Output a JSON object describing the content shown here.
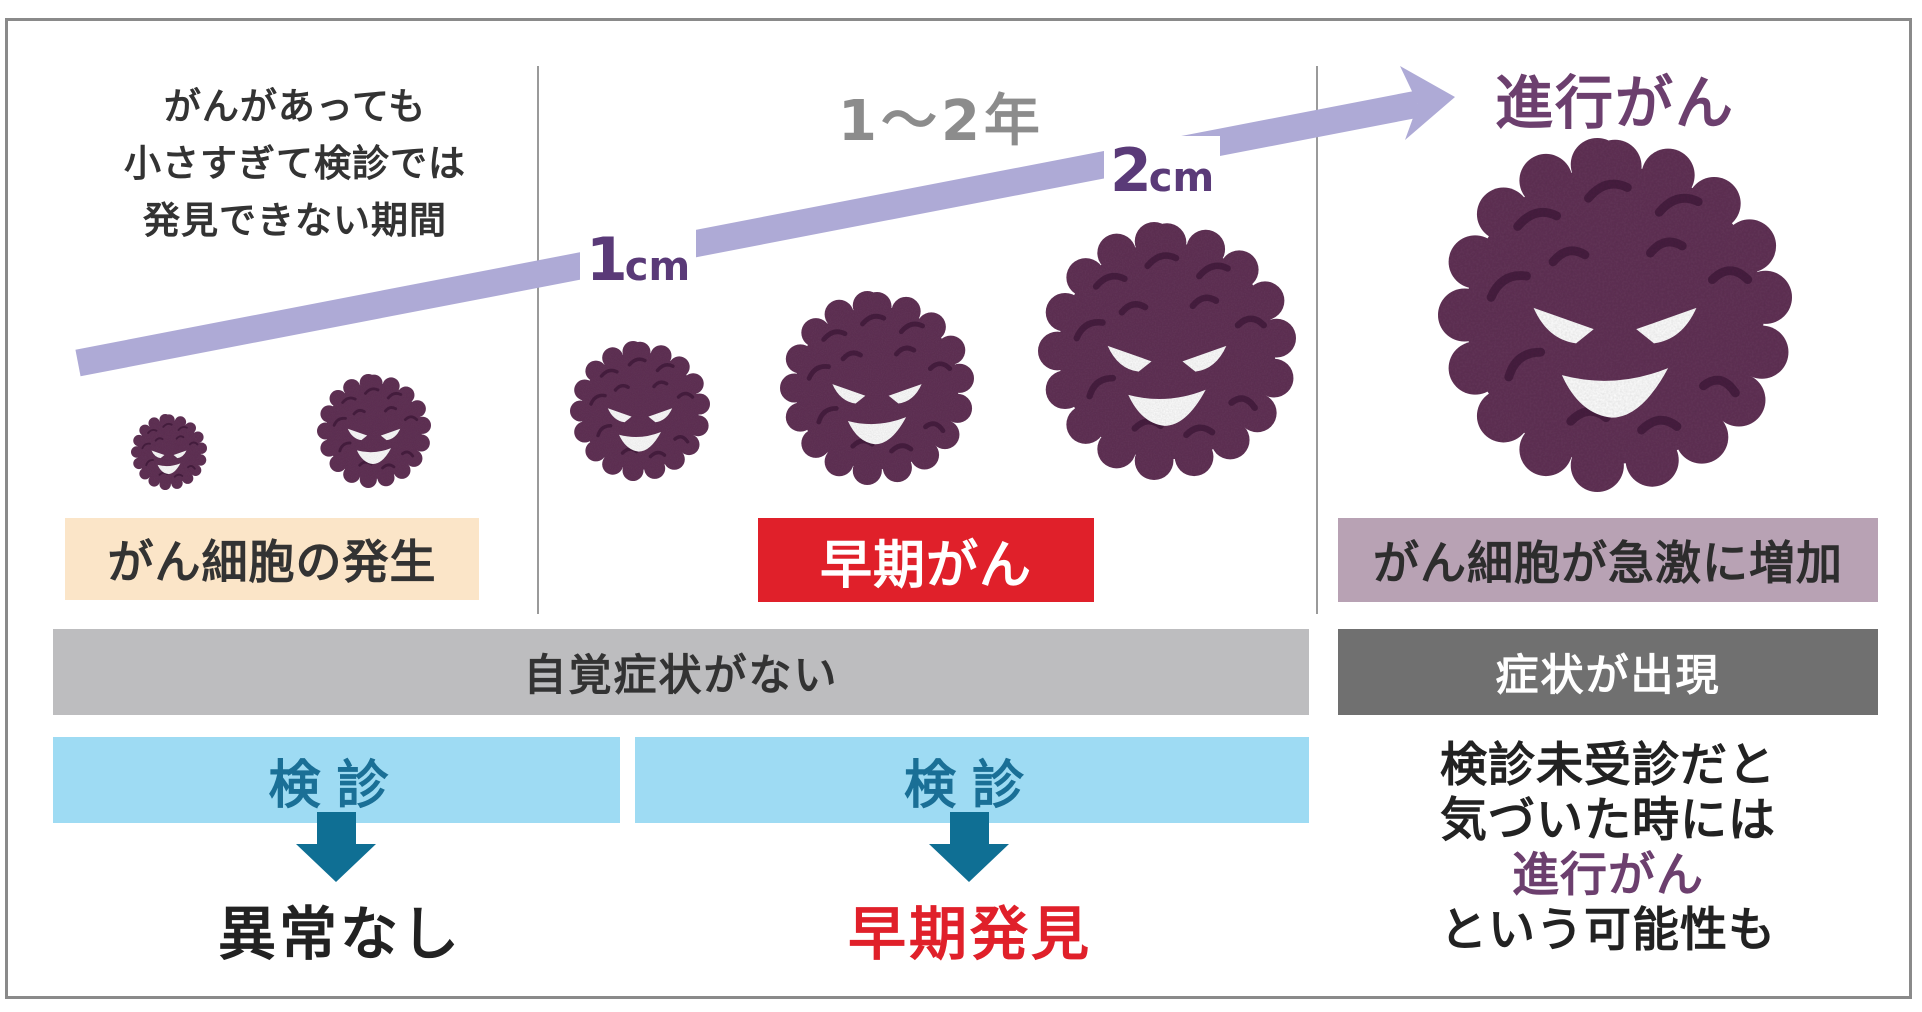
{
  "preclinical_note": "がんがあっても\n小さすぎて検診では\n発見できない期間",
  "duration": "1～2年",
  "sizes": [
    {
      "value": "1",
      "unit": "cm"
    },
    {
      "value": "2",
      "unit": "cm"
    }
  ],
  "advanced_title": "進行がん",
  "stage_labels": {
    "onset": "がん細胞の発生",
    "early": "早期がん",
    "rapid": "がん細胞が急激に増加"
  },
  "symptom_bars": {
    "none": "自覚症状がない",
    "present": "症状が出現"
  },
  "exams": [
    {
      "label": "検診",
      "result": "異常なし"
    },
    {
      "label": "検診",
      "result": "早期発見"
    }
  ],
  "advanced_warning": {
    "line1": "検診未受診だと",
    "line2": "気づいた時には",
    "highlight": "進行がん",
    "line4": "という可能性も"
  },
  "colors": {
    "growth_arrow": "#aeaad6",
    "cancer_cell": "#633559",
    "onset_box": "#fbe5c8",
    "early_box": "#e0202a",
    "rapid_box": "#b8a2b4",
    "no_symptom_bar": "#bdbdbf",
    "symptom_bar": "#707070",
    "exam_box": "#9edbf3",
    "exam_arrow": "#0f6f94",
    "early_detection_text": "#e0202a",
    "advanced_text": "#6c3f6e"
  },
  "icons": [
    "growth-arrow",
    "cancer-cell-face",
    "down-arrow-icon"
  ]
}
